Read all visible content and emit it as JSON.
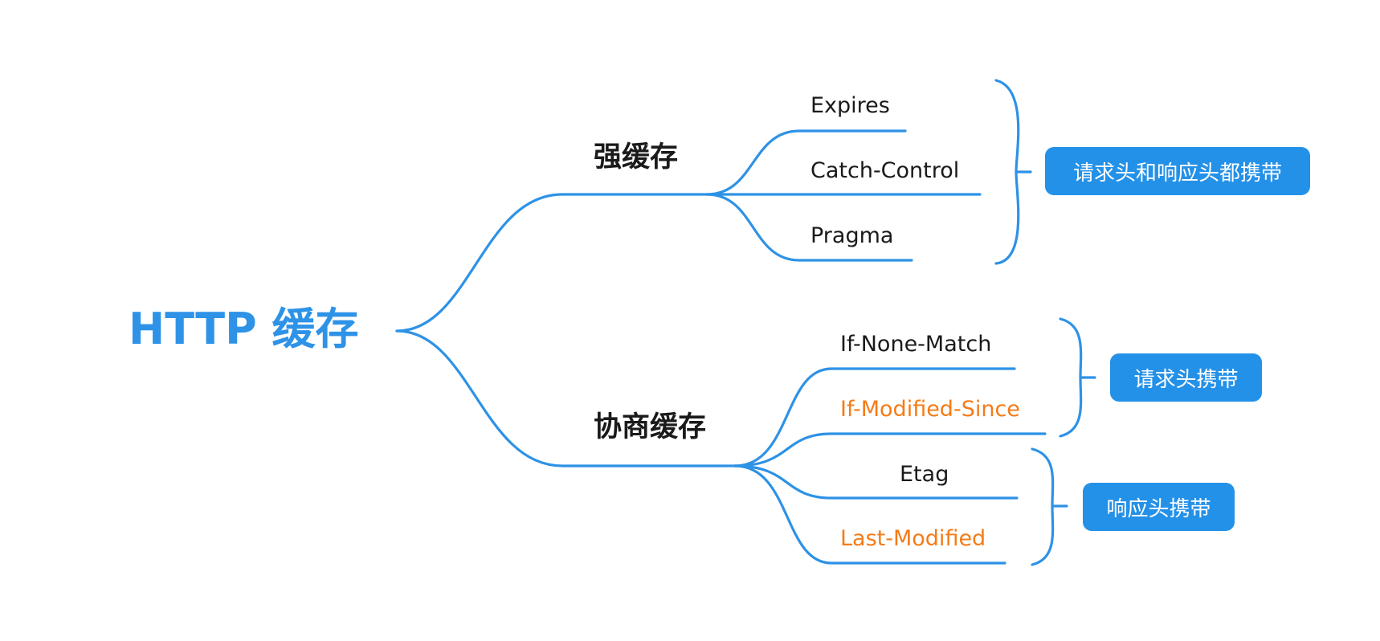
{
  "root": {
    "label": "HTTP 缓存"
  },
  "branches": [
    {
      "label": "强缓存",
      "leaves": [
        {
          "label": "Expires",
          "color": "#1a1a1a"
        },
        {
          "label": "Catch-Control",
          "color": "#1a1a1a"
        },
        {
          "label": "Pragma",
          "color": "#1a1a1a"
        }
      ]
    },
    {
      "label": "协商缓存",
      "leaves": [
        {
          "label": "If-None-Match",
          "color": "#1a1a1a"
        },
        {
          "label": "If-Modified-Since",
          "color": "#f57b17"
        },
        {
          "label": "Etag",
          "color": "#1a1a1a"
        },
        {
          "label": "Last-Modified",
          "color": "#f57b17"
        }
      ]
    }
  ],
  "groups": [
    {
      "label": "请求头和响应头都携带"
    },
    {
      "label": "请求头携带"
    },
    {
      "label": "响应头携带"
    }
  ],
  "colors": {
    "line": "#2d92e6",
    "root_text": "#2e93e7",
    "tag_fill": "#2491e8",
    "highlight": "#f57b17"
  }
}
